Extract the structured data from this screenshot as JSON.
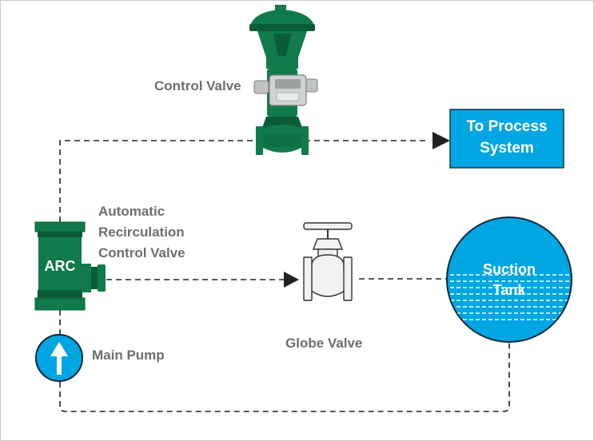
{
  "labels": {
    "control_valve": "Control Valve",
    "to_process_line1": "To Process",
    "to_process_line2": "System",
    "arc_line1": "Automatic",
    "arc_line2": "Recirculation",
    "arc_line3": "Control Valve",
    "arc_body": "ARC",
    "globe_valve": "Globe Valve",
    "suction_line1": "Suction",
    "suction_line2": "Tank",
    "main_pump": "Main Pump"
  },
  "colors": {
    "valve_green": "#107a4a",
    "valve_green_dark": "#0a5c36",
    "process_blue": "#00a6e2",
    "line": "#222222",
    "label_gray": "#6d6e71",
    "globe_outline": "#333333",
    "globe_fill": "#f2f2f2"
  },
  "icons": {
    "pump": "up-arrow-icon",
    "flow": "arrowhead-icon"
  }
}
